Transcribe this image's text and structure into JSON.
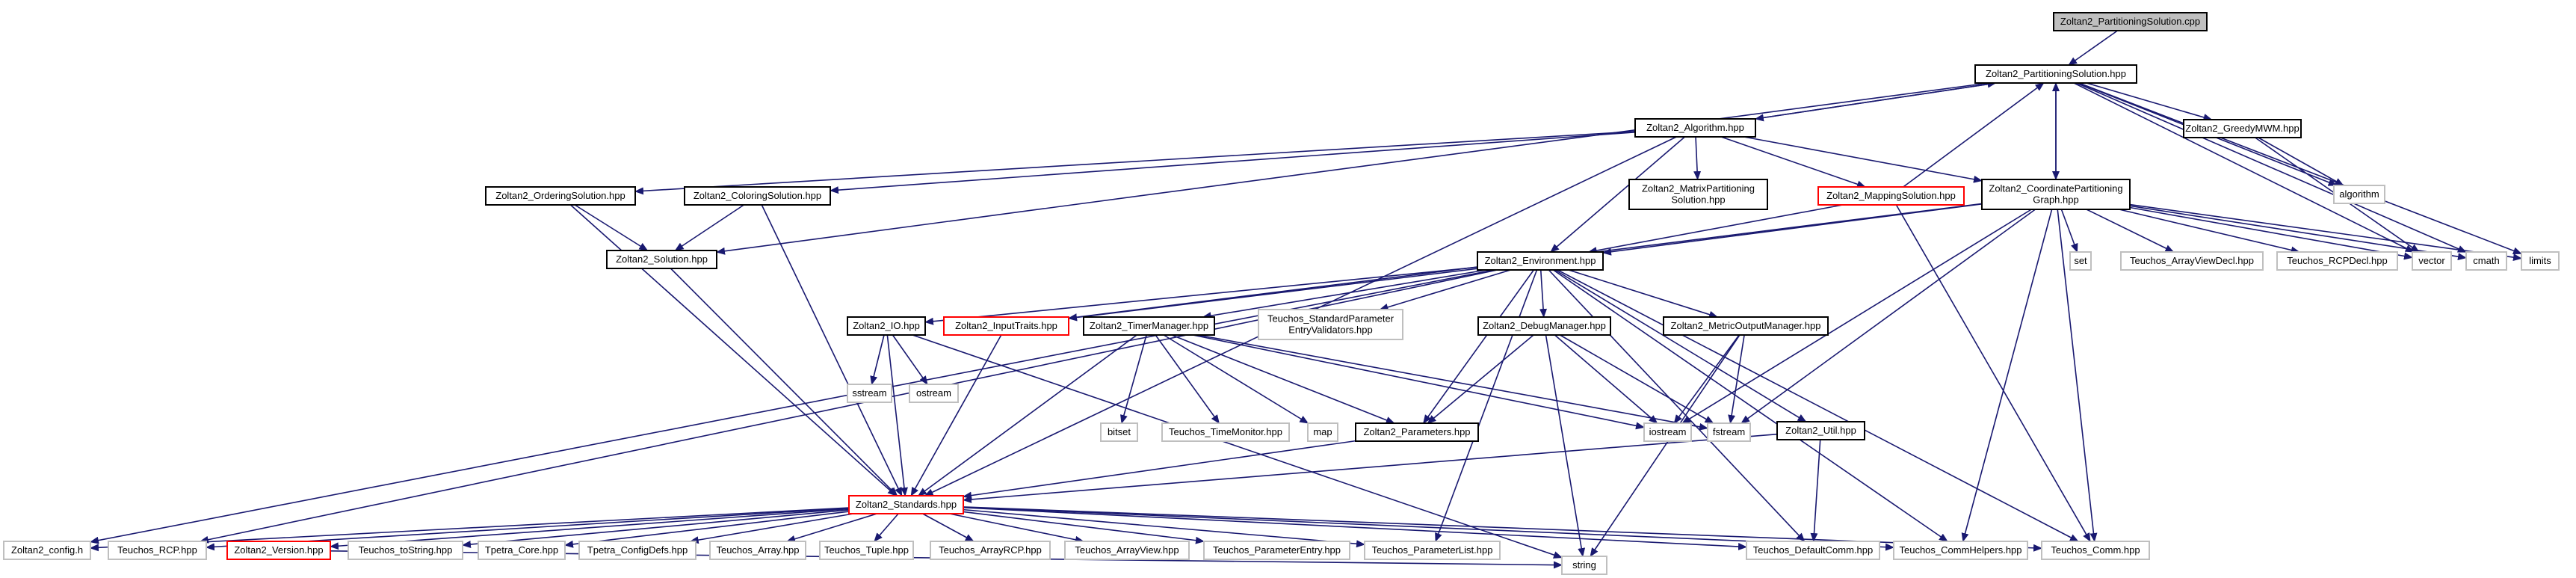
{
  "colors": {
    "edge": "#191970",
    "border_normal": "#000000",
    "border_truncated": "#ff0000",
    "border_system": "#bfbfbf",
    "fill_root": "#bfbfbf",
    "fill_default": "#ffffff"
  },
  "nodes": [
    {
      "id": "n0",
      "lines": [
        "Zoltan2_PartitioningSolution.cpp"
      ],
      "style": "root"
    },
    {
      "id": "n1",
      "lines": [
        "Zoltan2_PartitioningSolution.hpp"
      ],
      "style": "normal"
    },
    {
      "id": "n2",
      "lines": [
        "Zoltan2_Algorithm.hpp"
      ],
      "style": "normal"
    },
    {
      "id": "n3",
      "lines": [
        "Zoltan2_GreedyMWM.hpp"
      ],
      "style": "normal"
    },
    {
      "id": "n4",
      "lines": [
        "Zoltan2_OrderingSolution.hpp"
      ],
      "style": "normal"
    },
    {
      "id": "n5",
      "lines": [
        "Zoltan2_ColoringSolution.hpp"
      ],
      "style": "normal"
    },
    {
      "id": "n6",
      "lines": [
        "Zoltan2_MatrixPartitioning",
        "Solution.hpp"
      ],
      "style": "normal"
    },
    {
      "id": "n7",
      "lines": [
        "Zoltan2_MappingSolution.hpp"
      ],
      "style": "truncated"
    },
    {
      "id": "n8",
      "lines": [
        "Zoltan2_CoordinatePartitioning",
        "Graph.hpp"
      ],
      "style": "normal"
    },
    {
      "id": "n9",
      "lines": [
        "algorithm"
      ],
      "style": "system"
    },
    {
      "id": "n10",
      "lines": [
        "Zoltan2_Solution.hpp"
      ],
      "style": "normal"
    },
    {
      "id": "n11",
      "lines": [
        "Zoltan2_Environment.hpp"
      ],
      "style": "normal"
    },
    {
      "id": "n12",
      "lines": [
        "set"
      ],
      "style": "system"
    },
    {
      "id": "n13",
      "lines": [
        "Teuchos_ArrayViewDecl.hpp"
      ],
      "style": "system"
    },
    {
      "id": "n14",
      "lines": [
        "Teuchos_RCPDecl.hpp"
      ],
      "style": "system"
    },
    {
      "id": "n15",
      "lines": [
        "vector"
      ],
      "style": "system"
    },
    {
      "id": "n16",
      "lines": [
        "cmath"
      ],
      "style": "system"
    },
    {
      "id": "n17",
      "lines": [
        "limits"
      ],
      "style": "system"
    },
    {
      "id": "n18",
      "lines": [
        "Zoltan2_IO.hpp"
      ],
      "style": "normal"
    },
    {
      "id": "n19",
      "lines": [
        "Zoltan2_InputTraits.hpp"
      ],
      "style": "truncated"
    },
    {
      "id": "n20",
      "lines": [
        "Zoltan2_TimerManager.hpp"
      ],
      "style": "normal"
    },
    {
      "id": "n21",
      "lines": [
        "Teuchos_StandardParameter",
        "EntryValidators.hpp"
      ],
      "style": "system"
    },
    {
      "id": "n22",
      "lines": [
        "Zoltan2_DebugManager.hpp"
      ],
      "style": "normal"
    },
    {
      "id": "n23",
      "lines": [
        "Zoltan2_MetricOutputManager.hpp"
      ],
      "style": "normal"
    },
    {
      "id": "n24",
      "lines": [
        "sstream"
      ],
      "style": "system"
    },
    {
      "id": "n25",
      "lines": [
        "ostream"
      ],
      "style": "system"
    },
    {
      "id": "n26",
      "lines": [
        "bitset"
      ],
      "style": "system"
    },
    {
      "id": "n27",
      "lines": [
        "Teuchos_TimeMonitor.hpp"
      ],
      "style": "system"
    },
    {
      "id": "n28",
      "lines": [
        "map"
      ],
      "style": "system"
    },
    {
      "id": "n29",
      "lines": [
        "Zoltan2_Parameters.hpp"
      ],
      "style": "normal"
    },
    {
      "id": "n30",
      "lines": [
        "iostream"
      ],
      "style": "system"
    },
    {
      "id": "n31",
      "lines": [
        "fstream"
      ],
      "style": "system"
    },
    {
      "id": "n32",
      "lines": [
        "Zoltan2_Util.hpp"
      ],
      "style": "normal"
    },
    {
      "id": "n33",
      "lines": [
        "Zoltan2_Standards.hpp"
      ],
      "style": "truncated"
    },
    {
      "id": "n34",
      "lines": [
        "Zoltan2_config.h"
      ],
      "style": "system"
    },
    {
      "id": "n35",
      "lines": [
        "Teuchos_RCP.hpp"
      ],
      "style": "system"
    },
    {
      "id": "n36",
      "lines": [
        "Zoltan2_Version.hpp"
      ],
      "style": "truncated"
    },
    {
      "id": "n37",
      "lines": [
        "Teuchos_toString.hpp"
      ],
      "style": "system"
    },
    {
      "id": "n38",
      "lines": [
        "Tpetra_Core.hpp"
      ],
      "style": "system"
    },
    {
      "id": "n39",
      "lines": [
        "Tpetra_ConfigDefs.hpp"
      ],
      "style": "system"
    },
    {
      "id": "n40",
      "lines": [
        "Teuchos_Array.hpp"
      ],
      "style": "system"
    },
    {
      "id": "n41",
      "lines": [
        "Teuchos_Tuple.hpp"
      ],
      "style": "system"
    },
    {
      "id": "n42",
      "lines": [
        "Teuchos_ArrayRCP.hpp"
      ],
      "style": "system"
    },
    {
      "id": "n43",
      "lines": [
        "Teuchos_ArrayView.hpp"
      ],
      "style": "system"
    },
    {
      "id": "n44",
      "lines": [
        "Teuchos_ParameterEntry.hpp"
      ],
      "style": "system"
    },
    {
      "id": "n45",
      "lines": [
        "Teuchos_ParameterList.hpp"
      ],
      "style": "system"
    },
    {
      "id": "n46",
      "lines": [
        "Teuchos_DefaultComm.hpp"
      ],
      "style": "system"
    },
    {
      "id": "n47",
      "lines": [
        "Teuchos_CommHelpers.hpp"
      ],
      "style": "system"
    },
    {
      "id": "n48",
      "lines": [
        "Teuchos_Comm.hpp"
      ],
      "style": "system"
    },
    {
      "id": "n49",
      "lines": [
        "string"
      ],
      "style": "system"
    }
  ],
  "edges": [
    [
      "n0",
      "n1"
    ],
    [
      "n1",
      "n2"
    ],
    [
      "n1",
      "n3"
    ],
    [
      "n1",
      "n8"
    ],
    [
      "n1",
      "n10"
    ],
    [
      "n1",
      "n9"
    ],
    [
      "n1",
      "n15"
    ],
    [
      "n1",
      "n16"
    ],
    [
      "n1",
      "n17"
    ],
    [
      "n2",
      "n1"
    ],
    [
      "n2",
      "n4"
    ],
    [
      "n2",
      "n5"
    ],
    [
      "n2",
      "n6"
    ],
    [
      "n2",
      "n7"
    ],
    [
      "n2",
      "n8"
    ],
    [
      "n2",
      "n11"
    ],
    [
      "n2",
      "n33"
    ],
    [
      "n3",
      "n9"
    ],
    [
      "n3",
      "n15"
    ],
    [
      "n4",
      "n10"
    ],
    [
      "n4",
      "n33"
    ],
    [
      "n5",
      "n10"
    ],
    [
      "n5",
      "n33"
    ],
    [
      "n7",
      "n1"
    ],
    [
      "n7",
      "n11"
    ],
    [
      "n7",
      "n48"
    ],
    [
      "n8",
      "n1"
    ],
    [
      "n8",
      "n11"
    ],
    [
      "n8",
      "n12"
    ],
    [
      "n8",
      "n13"
    ],
    [
      "n8",
      "n14"
    ],
    [
      "n8",
      "n15"
    ],
    [
      "n8",
      "n16"
    ],
    [
      "n8",
      "n17"
    ],
    [
      "n8",
      "n19"
    ],
    [
      "n8",
      "n30"
    ],
    [
      "n8",
      "n31"
    ],
    [
      "n8",
      "n47"
    ],
    [
      "n8",
      "n48"
    ],
    [
      "n10",
      "n33"
    ],
    [
      "n11",
      "n18"
    ],
    [
      "n11",
      "n19"
    ],
    [
      "n11",
      "n20"
    ],
    [
      "n11",
      "n21"
    ],
    [
      "n11",
      "n22"
    ],
    [
      "n11",
      "n23"
    ],
    [
      "n11",
      "n29"
    ],
    [
      "n11",
      "n32"
    ],
    [
      "n11",
      "n34"
    ],
    [
      "n11",
      "n35"
    ],
    [
      "n11",
      "n45"
    ],
    [
      "n11",
      "n46"
    ],
    [
      "n11",
      "n47"
    ],
    [
      "n11",
      "n48"
    ],
    [
      "n18",
      "n24"
    ],
    [
      "n18",
      "n25"
    ],
    [
      "n18",
      "n33"
    ],
    [
      "n18",
      "n49"
    ],
    [
      "n19",
      "n33"
    ],
    [
      "n20",
      "n26"
    ],
    [
      "n20",
      "n27"
    ],
    [
      "n20",
      "n28"
    ],
    [
      "n20",
      "n29"
    ],
    [
      "n20",
      "n30"
    ],
    [
      "n20",
      "n31"
    ],
    [
      "n20",
      "n33"
    ],
    [
      "n22",
      "n29"
    ],
    [
      "n22",
      "n30"
    ],
    [
      "n22",
      "n31"
    ],
    [
      "n22",
      "n49"
    ],
    [
      "n23",
      "n30"
    ],
    [
      "n23",
      "n31"
    ],
    [
      "n23",
      "n49"
    ],
    [
      "n29",
      "n33"
    ],
    [
      "n32",
      "n33"
    ],
    [
      "n32",
      "n46"
    ],
    [
      "n33",
      "n34"
    ],
    [
      "n33",
      "n35"
    ],
    [
      "n33",
      "n36"
    ],
    [
      "n33",
      "n37"
    ],
    [
      "n33",
      "n38"
    ],
    [
      "n33",
      "n39"
    ],
    [
      "n33",
      "n40"
    ],
    [
      "n33",
      "n41"
    ],
    [
      "n33",
      "n42"
    ],
    [
      "n33",
      "n43"
    ],
    [
      "n33",
      "n44"
    ],
    [
      "n33",
      "n45"
    ],
    [
      "n33",
      "n46"
    ],
    [
      "n33",
      "n47"
    ],
    [
      "n33",
      "n48"
    ],
    [
      "n36",
      "n49"
    ]
  ]
}
